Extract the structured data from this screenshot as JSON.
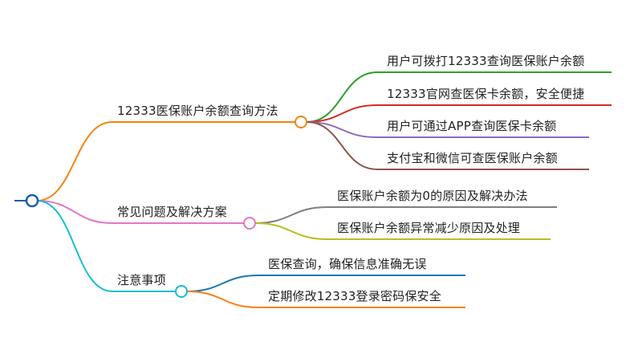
{
  "mindmap": {
    "branches": [
      {
        "label": "12333医保账户余额查询方法",
        "color": "#f2840f",
        "children": [
          {
            "label": "用户可拨打12333查询医保账户余额",
            "color": "#2ea02c"
          },
          {
            "label": "12333官网查医保卡余额，安全便捷",
            "color": "#d62728"
          },
          {
            "label": "用户可通过APP查询医保卡余额",
            "color": "#9467bd"
          },
          {
            "label": "支付宝和微信可查医保账户余额",
            "color": "#8c564b"
          }
        ]
      },
      {
        "label": "常见问题及解决方案",
        "color": "#e377c2",
        "children": [
          {
            "label": "医保账户余额为0的原因及解决办法",
            "color": "#7f7f7f"
          },
          {
            "label": "医保账户余额异常减少原因及处理",
            "color": "#bcbd22"
          }
        ]
      },
      {
        "label": "注意事项",
        "color": "#17becf",
        "children": [
          {
            "label": "医保查询，确保信息准确无误",
            "color": "#1f77b4"
          },
          {
            "label": "定期修改12333登录密码保安全",
            "color": "#ff7f0e"
          }
        ]
      }
    ]
  },
  "root_color": "#1f5fa8"
}
